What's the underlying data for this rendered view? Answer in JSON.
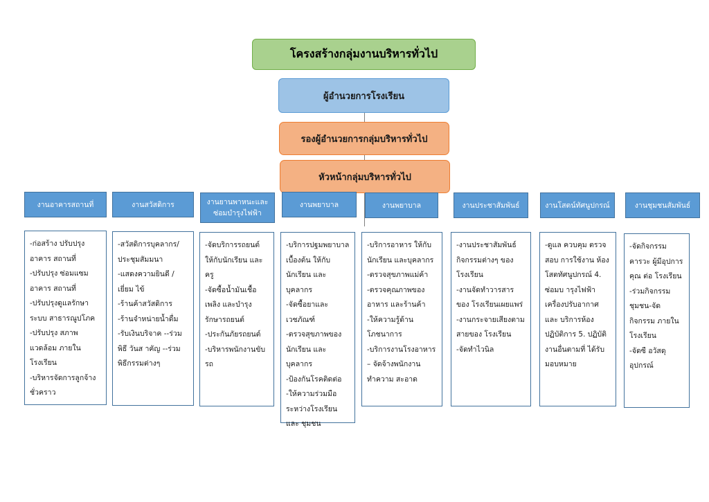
{
  "title": "โครงสร้างกลุ่มงานบริหารทั่วไป",
  "director": "ผู้อำนวยการโรงเรียน",
  "deputy": "รองผู้อำนวยการกลุ่มบริหารทั่วไป",
  "head": "หัวหน้ากลุ่มบริหารทั่วไป",
  "departments": [
    {
      "name": "งานอาคารสถานที่",
      "items": [
        "-ก่อสร้าง ปรับปรุง อาคาร สถานที่",
        "-ปรับปรุง ซ่อมแซม อาคาร สถานที่",
        "-ปรับปรุงดูแลรักษา ระบบ สาธารณูปโภค",
        "-ปรับปรุง สภาพแวดล้อม ภายใน โรงเรียน",
        "-บริหารจัดการลูกจ้าง ชั่วคราว"
      ]
    },
    {
      "name": "งานสวัสดิการ",
      "items": [
        "-สวัสดิการบุคลากร/ ประชุมสัมมนา",
        "-แสดงความยินดี /เยี่ยม ไข้",
        "-ร้านค้าสวัสดิการ",
        "-ร้านจำหน่ายน้ำดื่ม",
        "-รับเงินบริจาค --ร่วมพิธี วันส าคัญ --ร่วม พิธีกรรมต่างๆ"
      ]
    },
    {
      "name": "งานยานพาหนะและ ซ่อมบำรุงไฟฟ้า",
      "items": [
        "-จัดบริการรถยนต์ ให้กับนักเรียน และครู",
        "-จัดซื้อน้ำมันเชื้อเพลิง และบำรุงรักษารถยนต์",
        "-ประกันภัยรถยนต์",
        "-บริหารพนักงานขับรถ"
      ]
    },
    {
      "name": "งานพยาบาล",
      "items": [
        "-บริการปฐมพยาบาล เบื้องต้น ให้กับ นักเรียน และบุคลากร",
        "-จัดซื้อยาและเวชภัณฑ์",
        "-ตรวจสุขภาพของ นักเรียน และบุคลากร",
        "-ป้องกันโรคติดต่อ",
        "-ให้ความร่วมมือ ระหว่างโรงเรียน และ ชุมชน"
      ]
    },
    {
      "name": "งานพยาบาล",
      "items": [
        "-บริการอาหาร ให้กับ นักเรียน และบุคลากร",
        "-ตรวจสุขภาพแม่ค้า",
        "-ตรวจคุณภาพของอาหาร และร้านค้า",
        "-ให้ความรู้ด้าน โภชนาการ",
        "-บริการงานโรงอาหาร – จัดจ้างพนักงานทำความ สะอาด"
      ]
    },
    {
      "name": "งานประชาสัมพันธ์",
      "items": [
        "-งานประชาสัมพันธ์ กิจกรรมต่างๆ ของ โรงเรียน",
        "-งานจัดทำวารสารของ โรงเรียนเผยแพร่",
        "-งานกระจายเสียงตาม สายของ โรงเรียน",
        "-จัดทำไวนิล"
      ]
    },
    {
      "name": "งานโสตน์ทัศนูปกรณ์",
      "items": [
        "-ดูแล ควบคุม ตรวจสอบ การใช้งาน ห้องโสตทัศนูปกรณ์ 4. ซ่อมบ ารุงไฟฟ้า เครื่องปรับอากาศและ บริการห้องปฏิบัติการ 5. ปฏิบัติงานอื่นตามที่ ได้รับมอบหมาย"
      ]
    },
    {
      "name": "งานชุมชนสัมพันธ์",
      "items": [
        "-จัดกิจกรรมคารวะ ผู้มีอุปการคุณ ต่อ โรงเรียน",
        "-ร่วมกิจกรรม ชุมชน-จัดกิจกรรม ภายในโรงเรียน",
        "-จัดซื อวัสดุ อุปกรณ์"
      ]
    }
  ]
}
